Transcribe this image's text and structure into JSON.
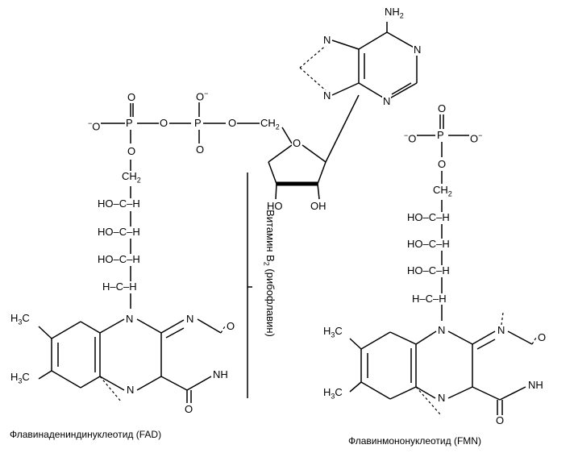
{
  "labels": {
    "nh2_adenine": "NH",
    "nh2_sub": "2",
    "n_ad_tl": "N",
    "n_ad_r1": "N",
    "n_ad_bl": "N",
    "n_ad_r2": "N",
    "fad_oneg_left": "O",
    "fad_p1": "P",
    "fad_o_top1": "O",
    "fad_o_bridge1": "O",
    "fad_p2": "P",
    "fad_o_top2": "O",
    "fad_o_bridge2": "O",
    "fad_ch2_top": "CH",
    "fad_ch2_top_sub": "2",
    "fad_o_below1": "O",
    "fad_o_below2": "O",
    "ribose_o": "O",
    "ribose_ho": "HO",
    "ribose_oh": "OH",
    "fad_ch2_chain": "CH",
    "fad_ch2_chain_sub": "2",
    "fad_hoch_1": "HO–C–H",
    "fad_hoch_2": "HO–C–H",
    "fad_hoch_3": "HO–C–H",
    "fad_hch": "H–C–H",
    "fad_n_top": "N",
    "fad_n_ring": "N",
    "fad_o_carbonyl": "O",
    "fad_nh": "NH",
    "fad_n_bottom": "N",
    "fad_o_bottom": "O",
    "fad_h3c_1": "H",
    "fad_h3c_1_sub": "3",
    "fad_h3c_1_c": "C",
    "fad_h3c_2": "H",
    "fad_h3c_2_sub": "3",
    "fad_h3c_2_c": "C",
    "fmn_oneg_left": "O",
    "fmn_p": "P",
    "fmn_o_top": "O",
    "fmn_o_right": "O",
    "fmn_o_below": "O",
    "fmn_ch2": "CH",
    "fmn_ch2_sub": "2",
    "fmn_hoch_1": "HO–C–H",
    "fmn_hoch_2": "HO–C–H",
    "fmn_hoch_3": "HO–C–H",
    "fmn_hch": "H–C–H",
    "fmn_n_top": "N",
    "fmn_n_ring": "N",
    "fmn_o_carbonyl": "O",
    "fmn_nh": "NH",
    "fmn_n_bottom": "N",
    "fmn_o_bottom": "O",
    "fmn_h3c_1": "H",
    "fmn_h3c_1_sub": "3",
    "fmn_h3c_1_c": "C",
    "fmn_h3c_2": "H",
    "fmn_h3c_2_sub": "3",
    "fmn_h3c_2_c": "C"
  },
  "vitamin": {
    "text_a": "Витамин B",
    "text_sub": "2",
    "text_b": " (рибофлавин)"
  },
  "captions": {
    "fad": "Флавинадениндинуклеотид (FAD)",
    "fmn": "Флавинмононуклеотид (FMN)"
  },
  "charges": {
    "minus": "−"
  }
}
